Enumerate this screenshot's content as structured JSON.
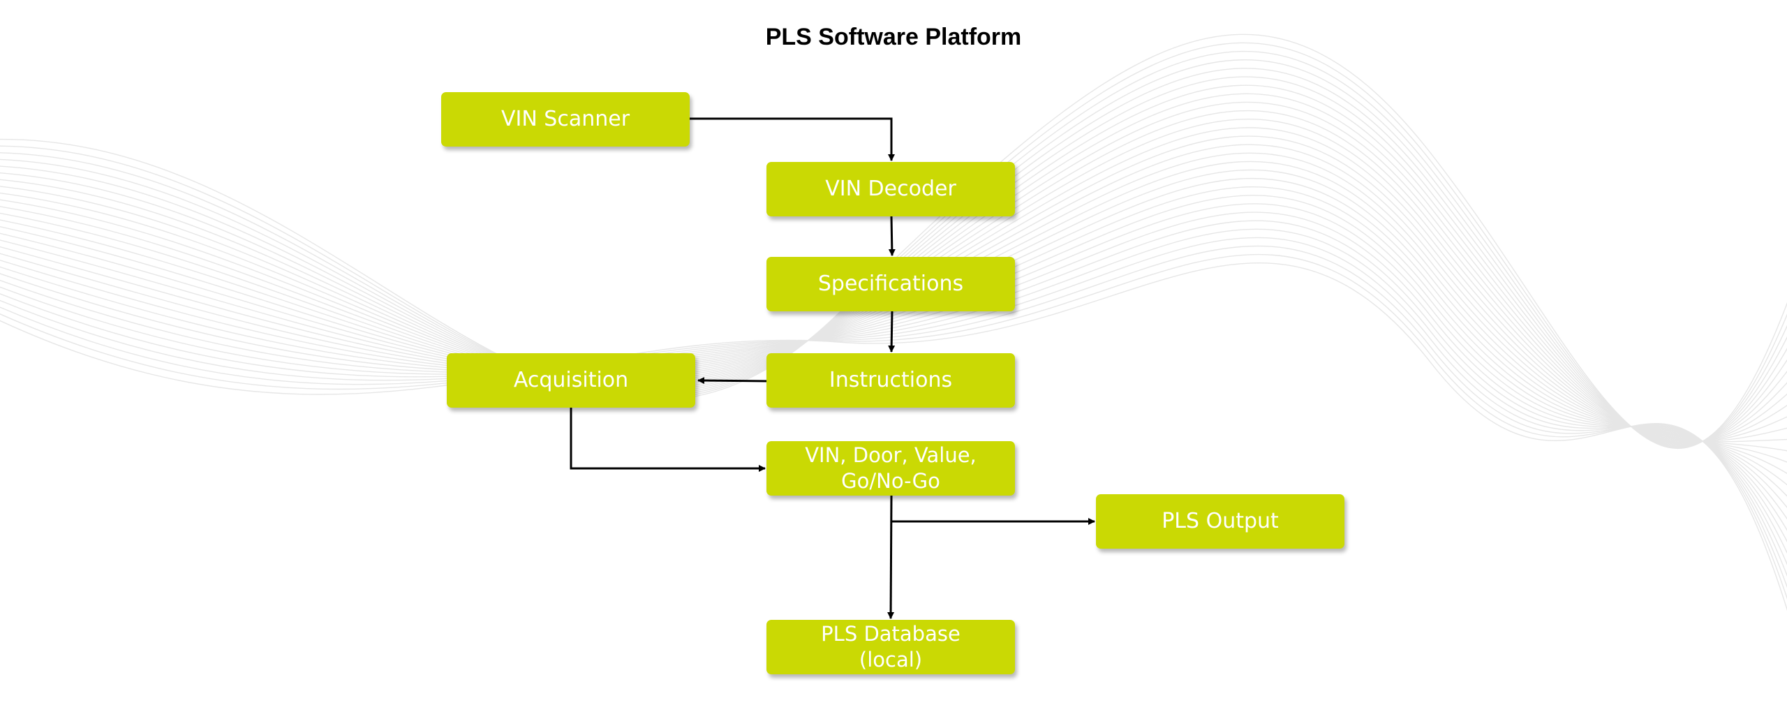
{
  "title": "PLS Software Platform",
  "colors": {
    "node_fill": "#cad904",
    "node_text": "#ffffff",
    "connector": "#000000",
    "background_lines": "#e6e6e6"
  },
  "nodes": {
    "vin_scanner": "VIN Scanner",
    "vin_decoder": "VIN Decoder",
    "specifications": "Specifications",
    "instructions": "Instructions",
    "acquisition": "Acquisition",
    "vin_door_value": "VIN, Door, Value,\nGo/No-Go",
    "pls_output": "PLS Output",
    "pls_database": "PLS Database\n(local)"
  },
  "edges": [
    {
      "from": "VIN Scanner",
      "to": "VIN Decoder"
    },
    {
      "from": "VIN Decoder",
      "to": "Specifications"
    },
    {
      "from": "Specifications",
      "to": "Instructions"
    },
    {
      "from": "Instructions",
      "to": "Acquisition"
    },
    {
      "from": "Acquisition",
      "to": "VIN, Door, Value, Go/No-Go"
    },
    {
      "from": "VIN, Door, Value, Go/No-Go",
      "to": "PLS Output"
    },
    {
      "from": "VIN, Door, Value, Go/No-Go",
      "to": "PLS Database (local)"
    }
  ]
}
